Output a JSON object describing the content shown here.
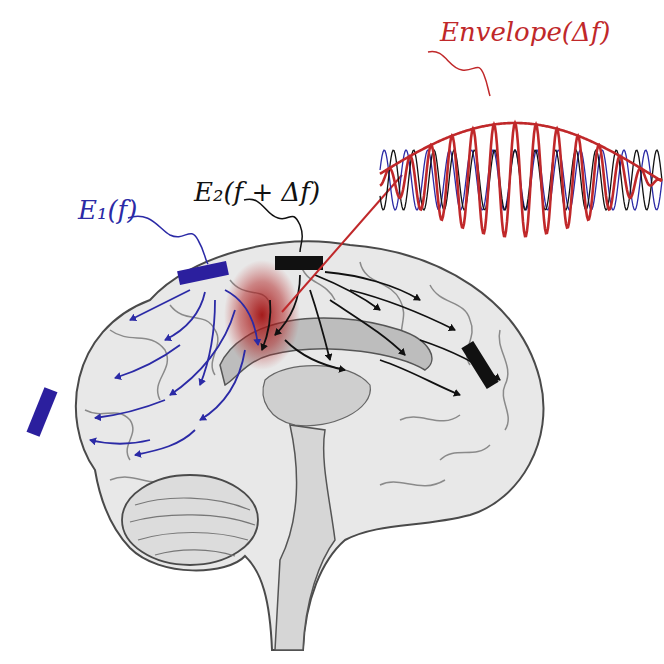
{
  "diagram": {
    "labels": [
      "E₁(f)",
      "E₂(f + Δf)",
      "Envelope(Δf)"
    ]
  }
}
